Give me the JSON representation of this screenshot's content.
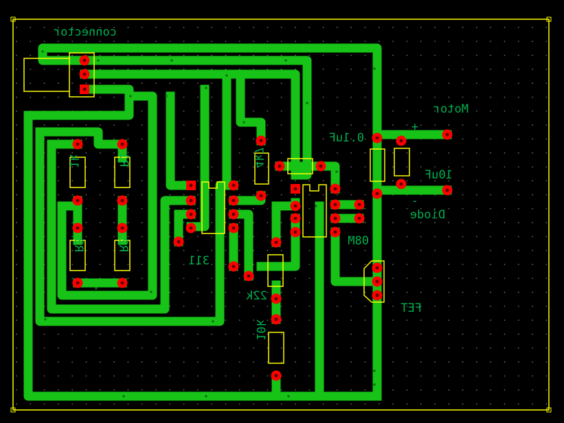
{
  "board": {
    "background": "#000000",
    "trace_color": "#17c317",
    "pad_color": "#ff0000",
    "outline_color": "#ffff00",
    "label_color": "#00b050",
    "via_color": "#0a6b0a"
  },
  "labels": {
    "connector": "connector",
    "motor": "Motor",
    "plus": "+",
    "minus": "-",
    "cap_01uf": "0.1uF",
    "cap_10uf": "10uF",
    "diode": "Diode",
    "r4k7": "4k7",
    "r1k": "1k",
    "r1": "R1",
    "r2": "R2",
    "r3": "R3",
    "ic311": "311",
    "r22k": "22k",
    "r10k": "10k",
    "ic08m": "08M",
    "fet": "FET"
  }
}
